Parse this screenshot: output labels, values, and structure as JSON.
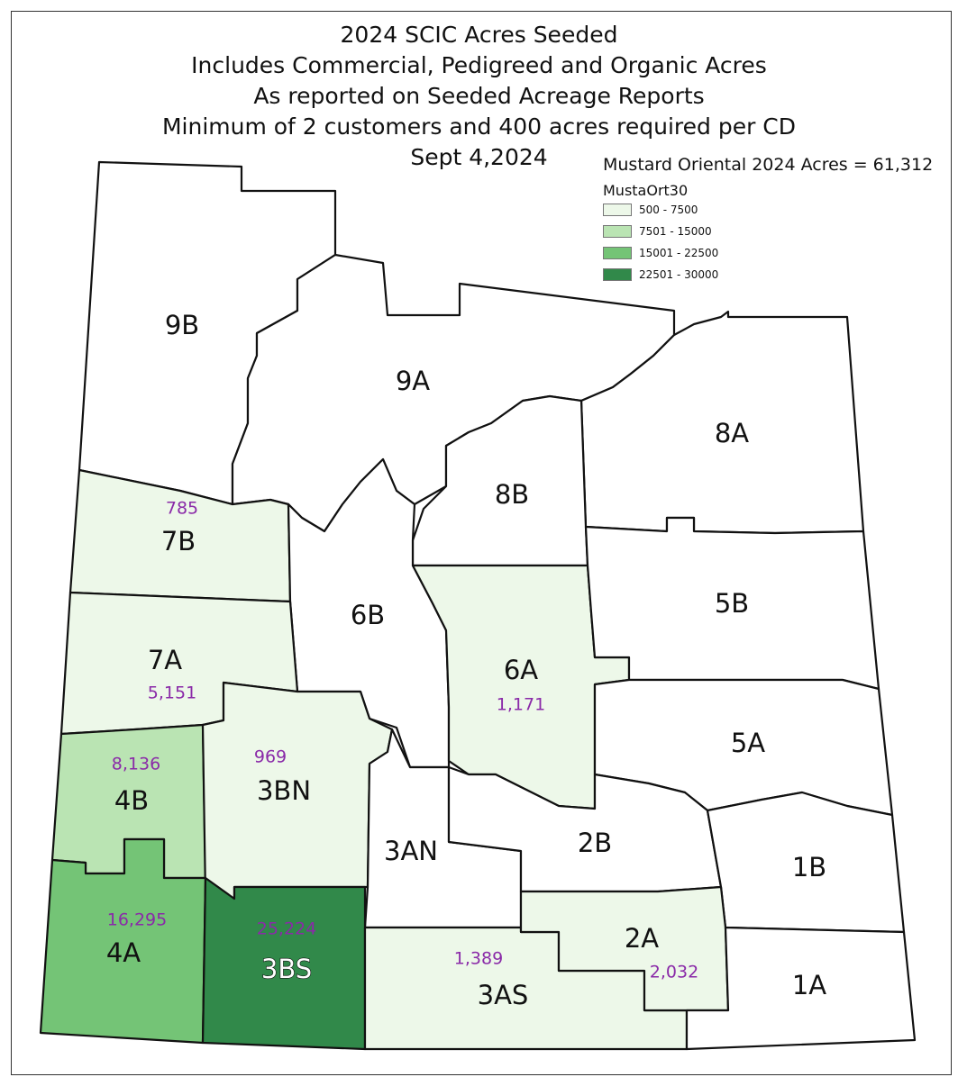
{
  "title_lines": [
    "2024 SCIC Acres Seeded",
    "Includes Commercial, Pedigreed and Organic Acres",
    "As reported on Seeded Acreage Reports",
    "Minimum of 2 customers and 400 acres required per CD",
    "Sept 4,2024"
  ],
  "legend": {
    "title": "Mustard Oriental 2024 Acres = 61,312",
    "field": "MustaOrt30",
    "classes": [
      {
        "label": "500 - 7500",
        "color": "#edf8e9"
      },
      {
        "label": "7501 - 15000",
        "color": "#bae4b3"
      },
      {
        "label": "15001 - 22500",
        "color": "#74c476"
      },
      {
        "label": "22501 - 30000",
        "color": "#31894a"
      }
    ]
  },
  "regions": [
    {
      "id": "9B",
      "label": "9B",
      "value": "",
      "class": -1
    },
    {
      "id": "9A",
      "label": "9A",
      "value": "",
      "class": -1
    },
    {
      "id": "8A",
      "label": "8A",
      "value": "",
      "class": -1
    },
    {
      "id": "8B",
      "label": "8B",
      "value": "",
      "class": -1
    },
    {
      "id": "7B",
      "label": "7B",
      "value": "785",
      "class": 0
    },
    {
      "id": "6B",
      "label": "6B",
      "value": "",
      "class": -1
    },
    {
      "id": "6A",
      "label": "6A",
      "value": "1,171",
      "class": 0
    },
    {
      "id": "5B",
      "label": "5B",
      "value": "",
      "class": -1
    },
    {
      "id": "7A",
      "label": "7A",
      "value": "5,151",
      "class": 0
    },
    {
      "id": "5A",
      "label": "5A",
      "value": "",
      "class": -1
    },
    {
      "id": "4B",
      "label": "4B",
      "value": "8,136",
      "class": 1
    },
    {
      "id": "3BN",
      "label": "3BN",
      "value": "969",
      "class": 0
    },
    {
      "id": "3AN",
      "label": "3AN",
      "value": "",
      "class": -1
    },
    {
      "id": "2B",
      "label": "2B",
      "value": "",
      "class": -1
    },
    {
      "id": "1B",
      "label": "1B",
      "value": "",
      "class": -1
    },
    {
      "id": "4A",
      "label": "4A",
      "value": "16,295",
      "class": 2
    },
    {
      "id": "3BS",
      "label": "3BS",
      "value": "25,224",
      "class": 3
    },
    {
      "id": "3AS",
      "label": "3AS",
      "value": "1,389",
      "class": 0
    },
    {
      "id": "2A",
      "label": "2A",
      "value": "2,032",
      "class": 0
    },
    {
      "id": "1A",
      "label": "1A",
      "value": "",
      "class": -1
    }
  ]
}
